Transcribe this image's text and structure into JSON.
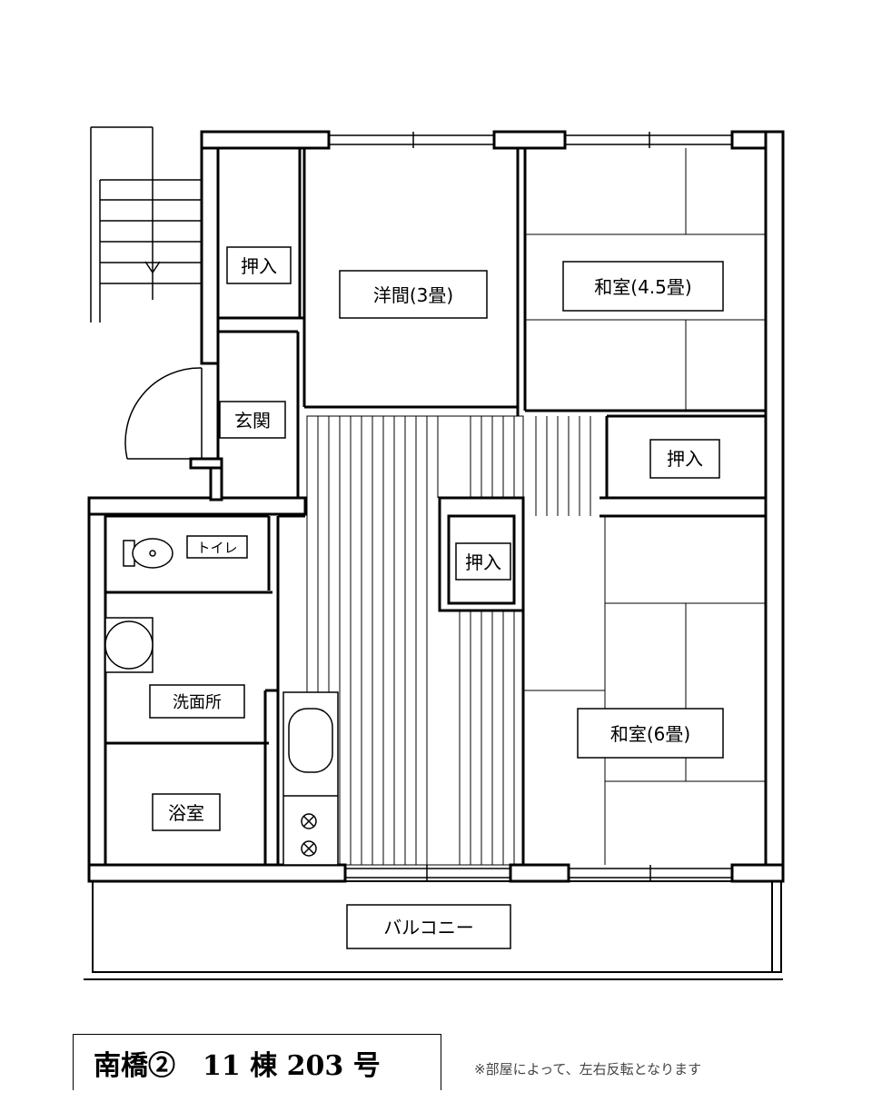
{
  "rooms": {
    "youma": "洋間(3畳)",
    "washitsu_45": "和室(4.5畳)",
    "washitsu_6": "和室(6畳)",
    "oshiire_1": "押入",
    "oshiire_2": "押入",
    "oshiire_3": "押入",
    "genkan": "玄関",
    "toilet": "トイレ",
    "senmenjo": "洗面所",
    "yokushitsu": "浴室",
    "balcony": "バルコニー"
  },
  "title": "南橋②　11 棟 203 号",
  "note": "※部屋によって、左右反転となります"
}
